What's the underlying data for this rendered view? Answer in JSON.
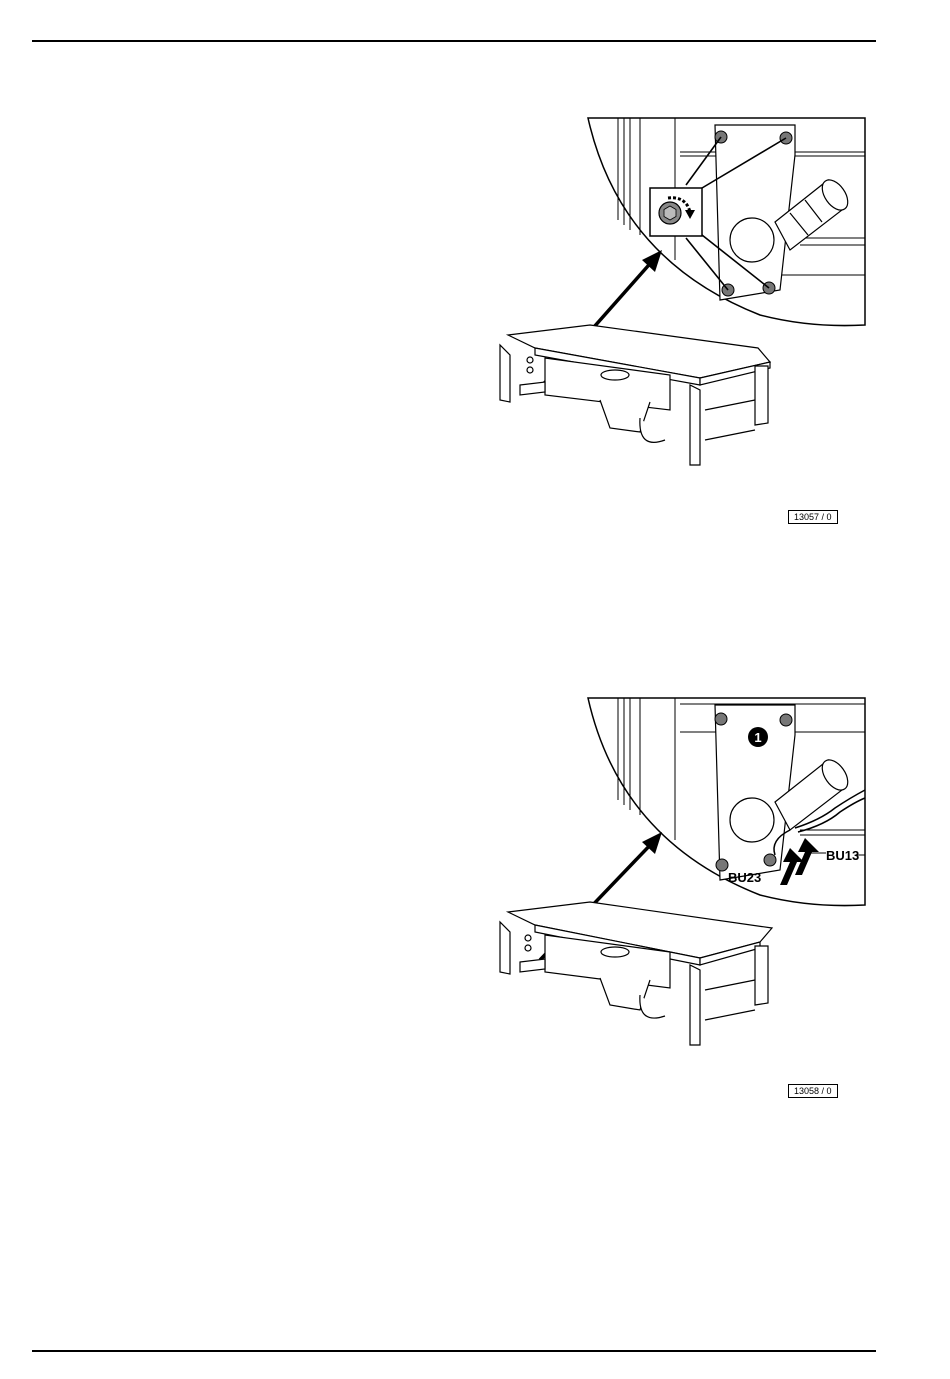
{
  "figures": [
    {
      "code": "13057 / 0",
      "callouts": []
    },
    {
      "code": "13058 / 0",
      "callouts": [
        {
          "text": "1",
          "kind": "number-badge"
        },
        {
          "text": "BU13",
          "kind": "label"
        },
        {
          "text": "BU23",
          "kind": "label"
        }
      ]
    }
  ]
}
